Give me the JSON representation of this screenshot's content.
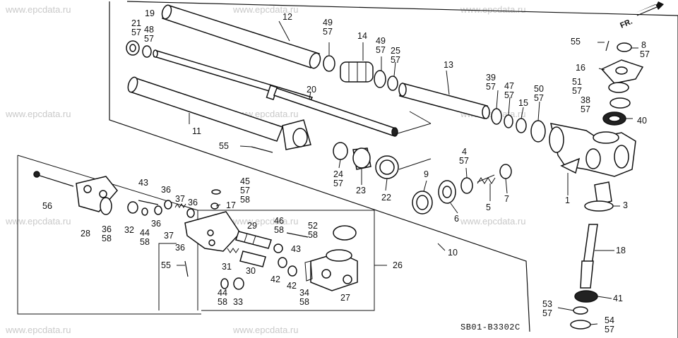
{
  "watermark": "www.epcdata.ru",
  "diagram_code": "SB01-B3302C",
  "direction_label": "FR.",
  "callouts": [
    {
      "id": "c19",
      "text": "19"
    },
    {
      "id": "c21",
      "text": "21"
    },
    {
      "id": "c57a",
      "text": "57"
    },
    {
      "id": "c48",
      "text": "48"
    },
    {
      "id": "c57b",
      "text": "57"
    },
    {
      "id": "c12",
      "text": "12"
    },
    {
      "id": "c49a",
      "text": "49"
    },
    {
      "id": "c57c",
      "text": "57"
    },
    {
      "id": "c14",
      "text": "14"
    },
    {
      "id": "c49b",
      "text": "49"
    },
    {
      "id": "c57d",
      "text": "57"
    },
    {
      "id": "c25",
      "text": "25"
    },
    {
      "id": "c57e",
      "text": "57"
    },
    {
      "id": "c13",
      "text": "13"
    },
    {
      "id": "c20",
      "text": "20"
    },
    {
      "id": "c11",
      "text": "11"
    },
    {
      "id": "c55a",
      "text": "55"
    },
    {
      "id": "c39",
      "text": "39"
    },
    {
      "id": "c57f",
      "text": "57"
    },
    {
      "id": "c47",
      "text": "47"
    },
    {
      "id": "c57g",
      "text": "57"
    },
    {
      "id": "c15",
      "text": "15"
    },
    {
      "id": "c50",
      "text": "50"
    },
    {
      "id": "c57h",
      "text": "57"
    },
    {
      "id": "c55b",
      "text": "55"
    },
    {
      "id": "c8",
      "text": "8"
    },
    {
      "id": "c57i",
      "text": "57"
    },
    {
      "id": "c16",
      "text": "16"
    },
    {
      "id": "c51",
      "text": "51"
    },
    {
      "id": "c57j",
      "text": "57"
    },
    {
      "id": "c38",
      "text": "38"
    },
    {
      "id": "c57k",
      "text": "57"
    },
    {
      "id": "c40",
      "text": "40"
    },
    {
      "id": "c24",
      "text": "24"
    },
    {
      "id": "c57l",
      "text": "57"
    },
    {
      "id": "c23",
      "text": "23"
    },
    {
      "id": "c22",
      "text": "22"
    },
    {
      "id": "c4",
      "text": "4"
    },
    {
      "id": "c57m",
      "text": "57"
    },
    {
      "id": "c9",
      "text": "9"
    },
    {
      "id": "c6",
      "text": "6"
    },
    {
      "id": "c5",
      "text": "5"
    },
    {
      "id": "c7",
      "text": "7"
    },
    {
      "id": "c1",
      "text": "1"
    },
    {
      "id": "c3",
      "text": "3"
    },
    {
      "id": "c56",
      "text": "56"
    },
    {
      "id": "c28",
      "text": "28"
    },
    {
      "id": "c36a",
      "text": "36"
    },
    {
      "id": "c58a",
      "text": "58"
    },
    {
      "id": "c43a",
      "text": "43"
    },
    {
      "id": "c36b",
      "text": "36"
    },
    {
      "id": "c37a",
      "text": "37"
    },
    {
      "id": "c36c",
      "text": "36"
    },
    {
      "id": "c45",
      "text": "45"
    },
    {
      "id": "c57n",
      "text": "57"
    },
    {
      "id": "c58b",
      "text": "58"
    },
    {
      "id": "c17",
      "text": "17"
    },
    {
      "id": "c32",
      "text": "32"
    },
    {
      "id": "c44a",
      "text": "44"
    },
    {
      "id": "c58c",
      "text": "58"
    },
    {
      "id": "c36d",
      "text": "36"
    },
    {
      "id": "c37b",
      "text": "37"
    },
    {
      "id": "c29",
      "text": "29"
    },
    {
      "id": "c46",
      "text": "46"
    },
    {
      "id": "c58d",
      "text": "58"
    },
    {
      "id": "c52",
      "text": "52"
    },
    {
      "id": "c58e",
      "text": "58"
    },
    {
      "id": "c43b",
      "text": "43"
    },
    {
      "id": "c36e",
      "text": "36"
    },
    {
      "id": "c10",
      "text": "10"
    },
    {
      "id": "c18",
      "text": "18"
    },
    {
      "id": "c55c",
      "text": "55"
    },
    {
      "id": "c31",
      "text": "31"
    },
    {
      "id": "c30",
      "text": "30"
    },
    {
      "id": "c42a",
      "text": "42"
    },
    {
      "id": "c42b",
      "text": "42"
    },
    {
      "id": "c26",
      "text": "26"
    },
    {
      "id": "c44b",
      "text": "44"
    },
    {
      "id": "c58f",
      "text": "58"
    },
    {
      "id": "c33",
      "text": "33"
    },
    {
      "id": "c34",
      "text": "34"
    },
    {
      "id": "c58g",
      "text": "58"
    },
    {
      "id": "c27",
      "text": "27"
    },
    {
      "id": "c41",
      "text": "41"
    },
    {
      "id": "c53",
      "text": "53"
    },
    {
      "id": "c57o",
      "text": "57"
    },
    {
      "id": "c54",
      "text": "54"
    },
    {
      "id": "c57p",
      "text": "57"
    }
  ]
}
